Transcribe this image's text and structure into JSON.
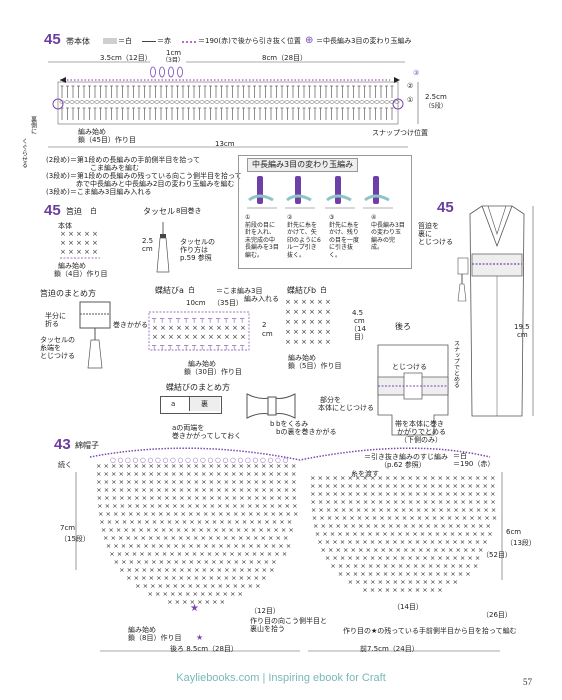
{
  "s45_band": {
    "num": "45",
    "title": "帯本体",
    "legend_white": "＝白",
    "legend_red": "＝赤",
    "legend_break": "＝190(赤)で後から引き抜く位置",
    "legend_puff": "＝中長編み3目の変わり玉編み",
    "dim_left": "3.5cm（12目）",
    "dim_1cm": "1cm",
    "dim_3row": "（3目）",
    "dim_right": "8cm（28目）",
    "dim_height": "2.5cm",
    "dim_height2": "（5段）",
    "label_ura": "裏側に",
    "label_ura2": "くぐらせる",
    "chain_start": "編み始め",
    "chain_start2": "鎖（45目）作り目",
    "snap": "スナップつけ位置",
    "dim_total": "13cm"
  },
  "notes_rows": {
    "row2": "(2段め)＝第1段めの長編みの手前側半目を拾って",
    "row2b": "こま編みを編む",
    "row3": "(3段め)＝第1段めの長編みの残っている向こう側半目を拾って",
    "row3b": "赤で中長編みと中長編み2目の変わり玉編みを編む",
    "row3c": "(3段め)＝こま編み3目編み入れる"
  },
  "puff_box": {
    "title": "中長編み3目の変わり玉編み",
    "steps": [
      {
        "n": "①",
        "text": "前段の目に針を入れ、未完成の中長編みを3目編む。"
      },
      {
        "n": "②",
        "text": "針先に糸をかけて、矢印のように6ループ引き抜く。"
      },
      {
        "n": "③",
        "text": "針先に糸をかけ、残りの目を一度に引き抜く。"
      },
      {
        "n": "④",
        "text": "中長編み3目の変わり玉編みの完成。"
      }
    ]
  },
  "s45_hakoseko": {
    "num": "45",
    "title": "筥迫",
    "color": "白",
    "body_label": "本体",
    "chain": "編み始め",
    "chain2": "鎖（4目）作り目",
    "tassel": "タッセル",
    "tassel_color": "8回巻き",
    "tassel_len": "2.5",
    "tassel_len2": "cm",
    "tassel_ref": "タッセルの",
    "tassel_ref2": "作り方は",
    "tassel_ref3": "p.59 参照"
  },
  "hakoseko_finish": {
    "title": "筥迫のまとめ方",
    "l1": "半分に",
    "l2": "折る",
    "l3": "巻きかがる",
    "l4": "タッセルの",
    "l5": "糸端を",
    "l6": "とじつける"
  },
  "bow_a": {
    "title": "蝶結びa",
    "color": "白",
    "legend": "＝こま編み3目",
    "legend2": "編み入れる",
    "width": "10cm",
    "width2": "（35目）",
    "dim_2": "2",
    "dim_cm": "cm",
    "chain": "編み始め",
    "chain2": "鎖（30目）作り目"
  },
  "bow_b": {
    "title": "蝶結びb",
    "color": "白",
    "dim": "4.5",
    "dim2": "cm",
    "dim3": "（14",
    "dim4": "目）",
    "chain": "編み始め",
    "chain2": "鎖（5目）作り目"
  },
  "bow_finish": {
    "title": "蝶結びのまとめ方",
    "a": "a",
    "ura": "裏",
    "b": "b",
    "note_a": "aの両端を",
    "note_a2": "巻きかがってしておく",
    "note_b": "bをくるみ",
    "note_b2": "bの裏を巻きかがる",
    "note_c": "部分を",
    "note_c2": "本体にとじつける"
  },
  "s45_doll": {
    "num": "45",
    "l1": "筥迫を",
    "l2": "裏に",
    "l3": "とじつける",
    "height": "19.5",
    "height2": "cm",
    "ushiro": "後ろ",
    "tojitsukeru": "とじつける",
    "snap": "スナップでとめる",
    "back_note": "帯を本体に巻き",
    "back_note2": "かがりでとめる",
    "back_note3": "（下側のみ）"
  },
  "s43_hat": {
    "num": "43",
    "title": "綿帽子",
    "legend_pull": "＝引き抜き編みのすじ編み",
    "legend_pull2": "（p.62 参照）",
    "legend_white": "＝白",
    "legend_red": "＝190（赤）",
    "cut": "糸を渡す",
    "cont": "続く",
    "left_dim": "7cm",
    "left_dim2": "（15段）",
    "right_dim": "6cm",
    "right_dim2": "（13段）",
    "row52": "（52目）",
    "row14": "（14目）",
    "row26": "（26目）",
    "row12": "（12目）",
    "chain": "編み始め",
    "chain2": "鎖（8目）作り目",
    "back_note": "作り目の向こう側半目と",
    "back_note2": "裏山を拾う",
    "front_note": "作り目の★の残っている手前側半目から目を拾って編む",
    "back_width": "後ろ 8.5cm（28目）",
    "front_width": "前7.5cm（24目）"
  },
  "footer": {
    "text": "Kayliebooks.com | Inspiring ebook for Craft",
    "page": "57"
  }
}
